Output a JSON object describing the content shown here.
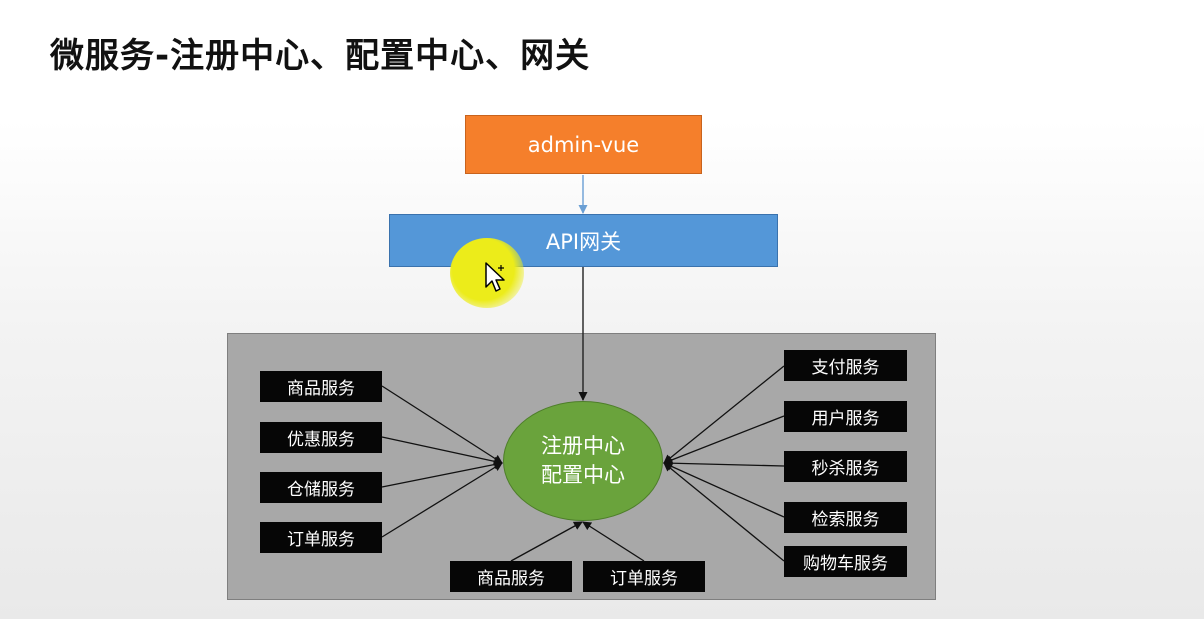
{
  "slide": {
    "title": "微服务-注册中心、配置中心、网关"
  },
  "nodes": {
    "frontend": "admin-vue",
    "gateway": "API网关",
    "center_line1": "注册中心",
    "center_line2": "配置中心"
  },
  "services": {
    "left": [
      "商品服务",
      "优惠服务",
      "仓储服务",
      "订单服务"
    ],
    "bottom": [
      "商品服务",
      "订单服务"
    ],
    "right": [
      "支付服务",
      "用户服务",
      "秒杀服务",
      "检索服务",
      "购物车服务"
    ]
  },
  "colors": {
    "frontend_box": "#f57f2b",
    "gateway_box": "#5497d8",
    "center_node": "#6aa33c",
    "panel": "#a8a8a8",
    "service_box": "#060606",
    "cursor_highlight": "#ecec1a"
  },
  "icons": {
    "cursor": "pointer-arrow-icon"
  }
}
